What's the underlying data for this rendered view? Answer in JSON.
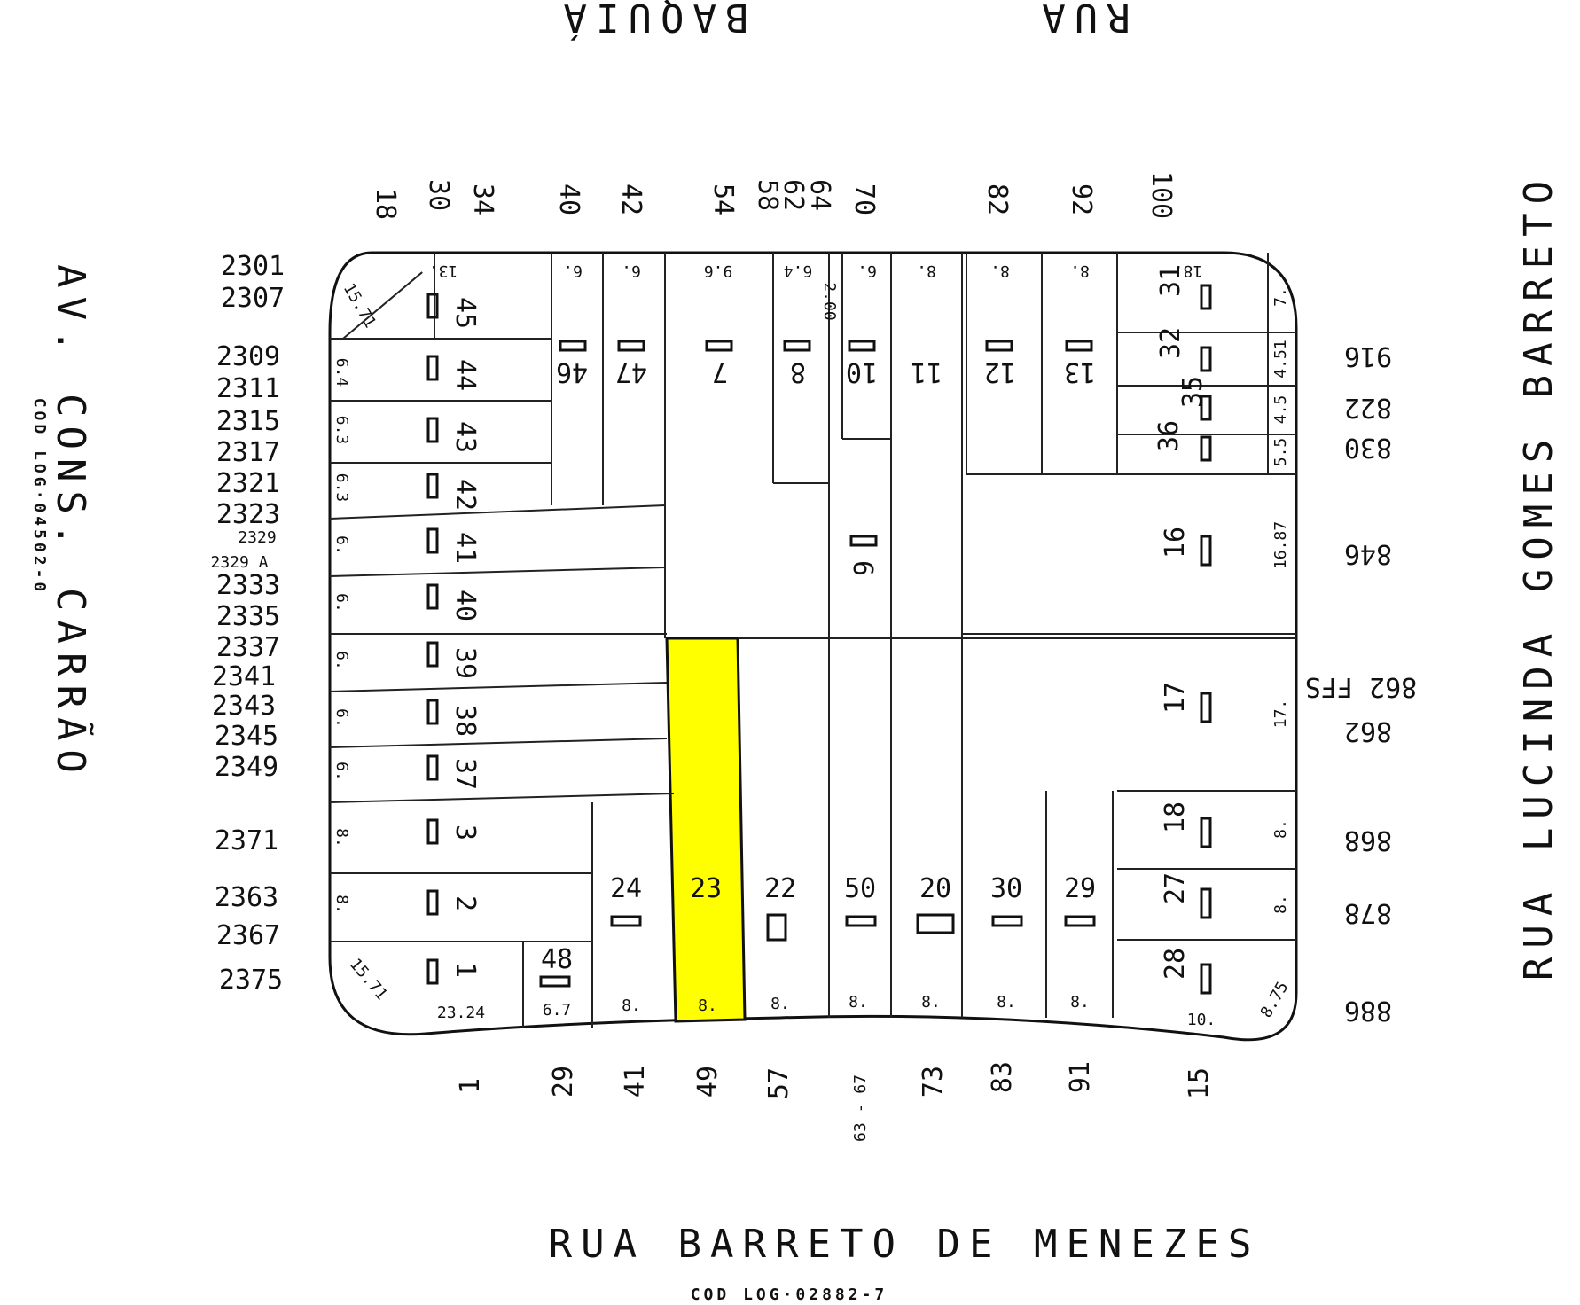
{
  "map": {
    "streets": {
      "top_left": "BAQUIÁ",
      "top_right": "RUA",
      "left": "AV. CONS. CARRÃO",
      "left_code": "COD LOG·04502-0",
      "bottom": "RUA BARRETO DE MENEZES",
      "bottom_code": "COD LOG·02882-7",
      "right": "RUA LUCINDA GOMES BARRETO"
    },
    "highlight_color": "#ffff00",
    "highlighted_lot": "23",
    "lot_labels": {
      "l45": "45",
      "l44": "44",
      "l43": "43",
      "l42": "42",
      "l41": "41",
      "l40": "40",
      "l39": "39",
      "l38": "38",
      "l37": "37",
      "l3": "3",
      "l2": "2",
      "l1": "1",
      "l46": "46",
      "l47": "47",
      "l7": "7",
      "l8": "8",
      "l10": "10",
      "l11": "11",
      "l12": "12",
      "l13": "13",
      "l31": "31",
      "l32": "32",
      "l35": "35",
      "l36": "36",
      "l9": "9",
      "l16": "16",
      "l17": "17",
      "l18": "18",
      "l27": "27",
      "l28": "28",
      "l48": "48",
      "l24": "24",
      "l23": "23",
      "l22": "22",
      "l50": "50",
      "l20": "20",
      "l30": "30",
      "l29": "29"
    },
    "dims": {
      "d13": "13.",
      "d1571a": "15.71",
      "d64": "6.4",
      "d63a": "6.3",
      "d63b": "6.3",
      "d6a": "6.",
      "d6b": "6.",
      "d6c": "6.",
      "d6d": "6.",
      "d6e": "6.",
      "d8a": "8.",
      "d8b": "8.",
      "d1571b": "15.71",
      "d2324": "23.24",
      "d67": "6.7",
      "d8c": "8.",
      "d8d": "8.",
      "d8e": "8.",
      "d8f": "8.",
      "d8g": "8.",
      "d8h": "8.",
      "d8i": "8.",
      "d10": "10.",
      "d875": "8.75",
      "d8j": "8.",
      "d8k": "8.",
      "d17": "17.",
      "d1687": "16.87",
      "d55": "5.5",
      "d45": "4.5",
      "d451": "4.51",
      "d7": "7.",
      "d18": "18.",
      "dt6a": "6.",
      "dt6b": "6.",
      "dt96": "9.6",
      "dt64": "6.4",
      "dt200": "2.00",
      "dt6c": "6.",
      "dt8a": "8.",
      "dt8b": "8.",
      "dt8c": "8."
    },
    "top_numbers": [
      "18",
      "30",
      "34",
      "40",
      "42",
      "54",
      "58",
      "62",
      "64",
      "70",
      "82",
      "92",
      "100"
    ],
    "left_numbers": [
      "2301",
      "2307",
      "2309",
      "2311",
      "2315",
      "2317",
      "2321",
      "2323",
      "2329",
      "2329 A",
      "2333",
      "2335",
      "2337",
      "2341",
      "2343",
      "2345",
      "2349",
      "2371",
      "2363",
      "2367",
      "2375"
    ],
    "bottom_numbers": [
      "1",
      "29",
      "41",
      "49",
      "57",
      "63 - 67",
      "73",
      "83",
      "91",
      "15"
    ],
    "right_numbers": [
      "916",
      "822",
      "830",
      "846",
      "862 FFS",
      "862",
      "868",
      "878",
      "886"
    ]
  }
}
